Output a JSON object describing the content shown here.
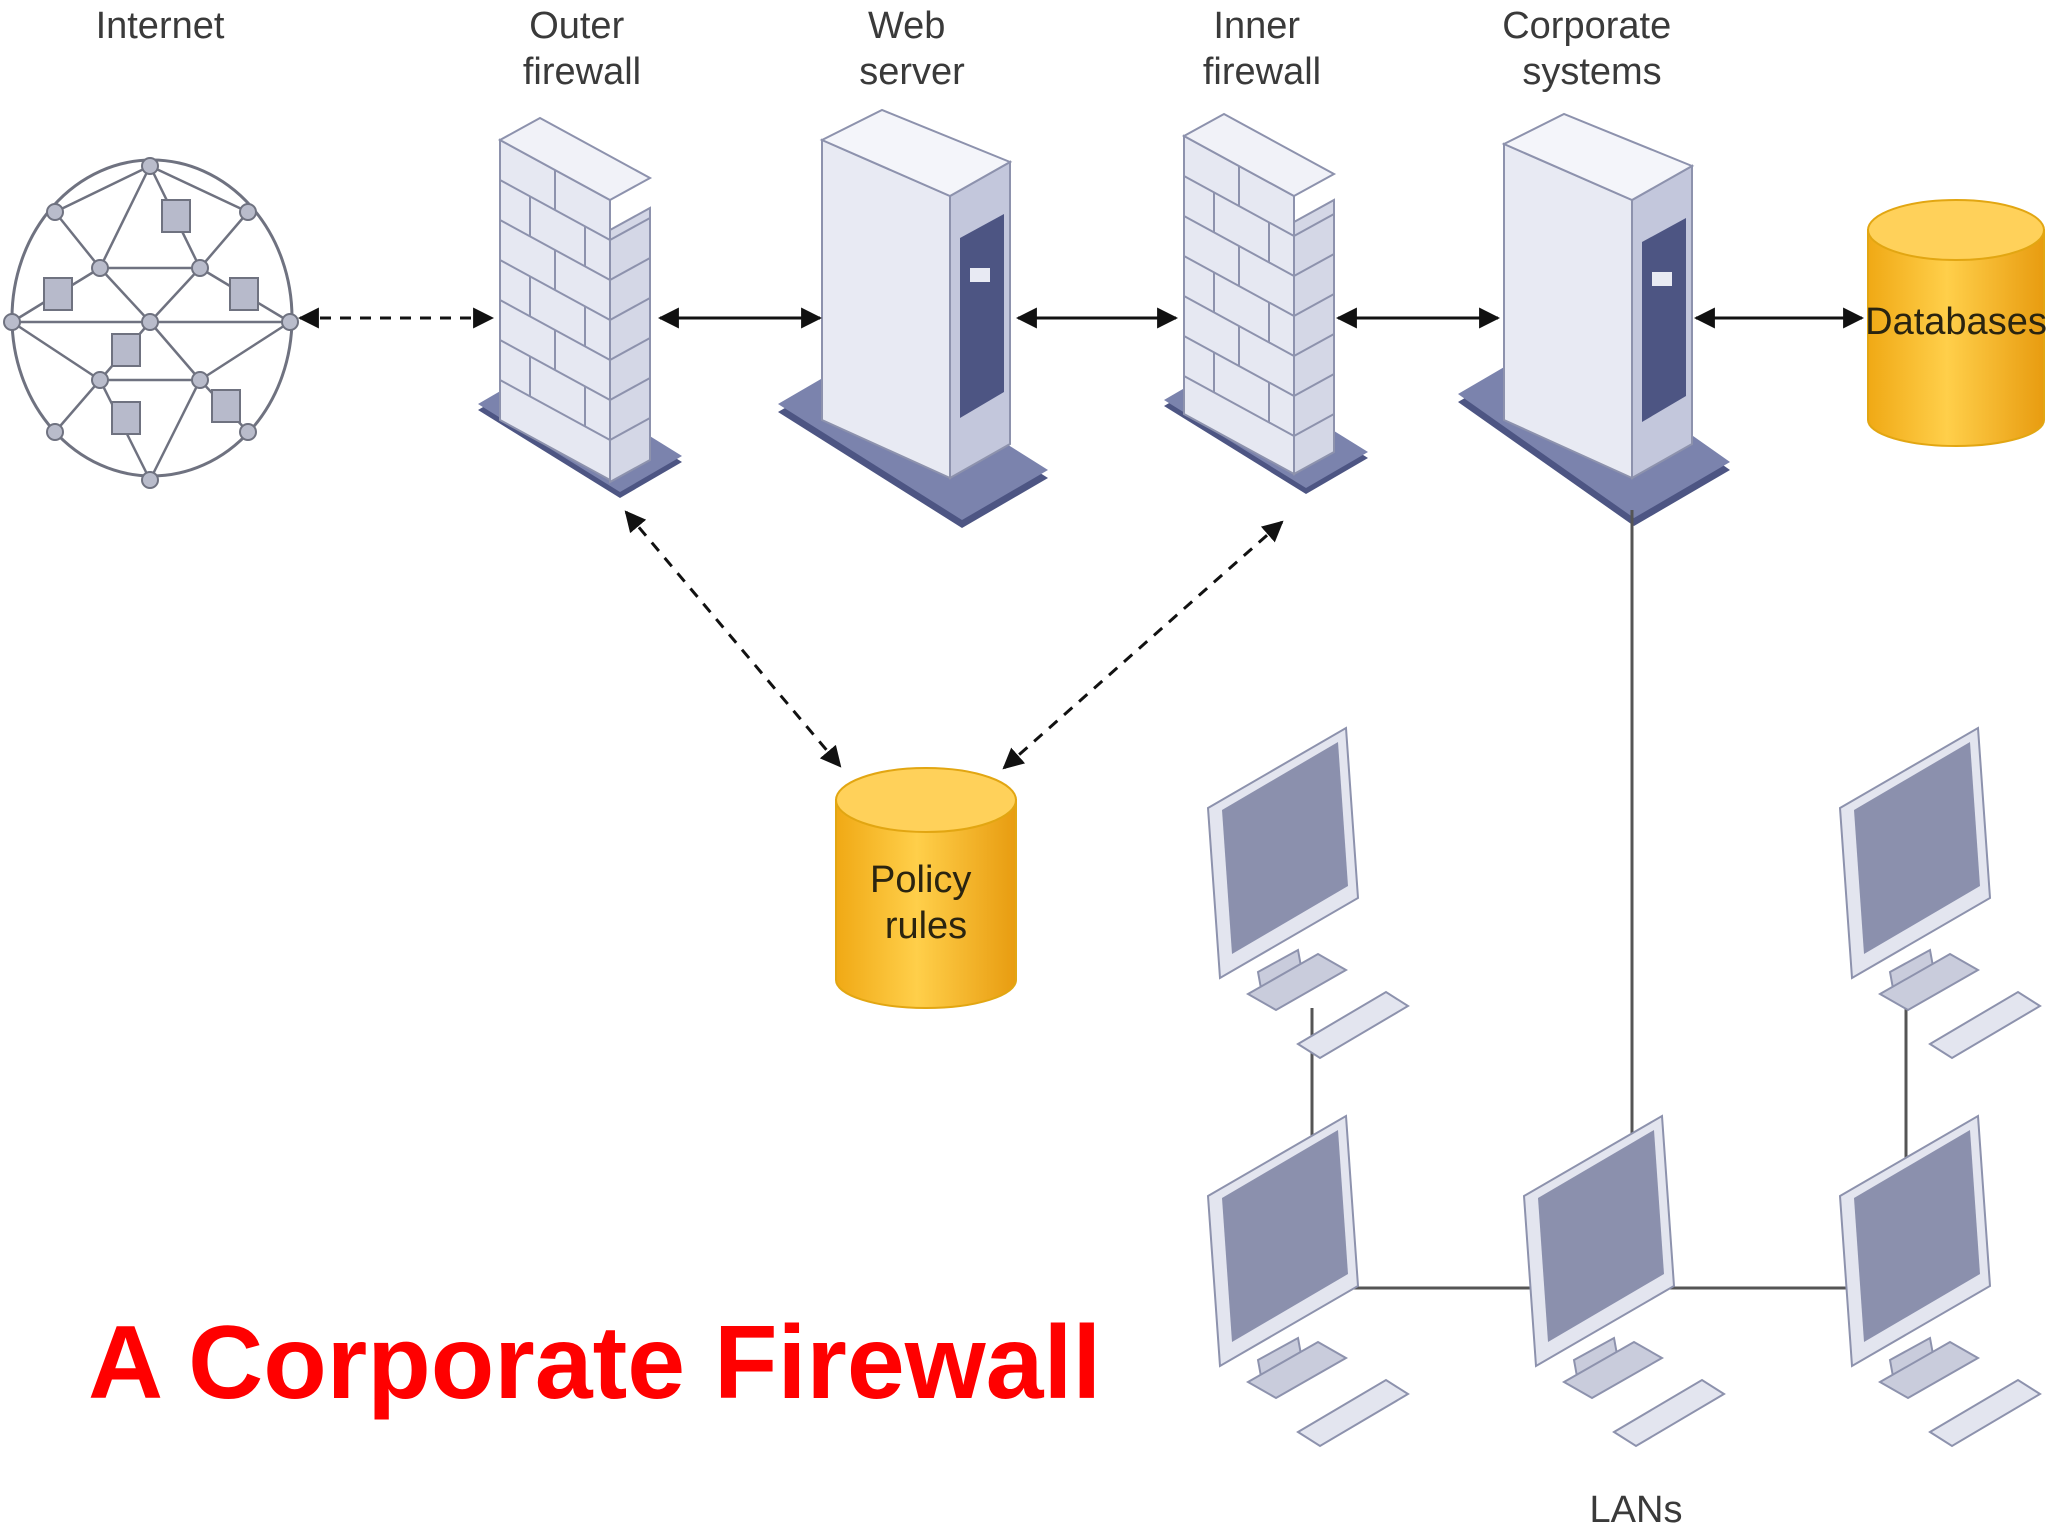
{
  "diagram": {
    "title": "A Corporate Firewall",
    "nodes": {
      "internet": "Internet",
      "outer_firewall": [
        "Outer",
        "firewall"
      ],
      "web_server": [
        "Web",
        "server"
      ],
      "inner_firewall": [
        "Inner",
        "firewall"
      ],
      "corporate_systems": [
        "Corporate",
        "systems"
      ],
      "databases": "Databases",
      "policy_rules": [
        "Policy",
        "rules"
      ],
      "lans": "LANs"
    },
    "connections": [
      {
        "from": "Internet",
        "to": "Outer firewall",
        "style": "dashed",
        "direction": "both"
      },
      {
        "from": "Outer firewall",
        "to": "Web server",
        "style": "solid",
        "direction": "both"
      },
      {
        "from": "Web server",
        "to": "Inner firewall",
        "style": "solid",
        "direction": "both"
      },
      {
        "from": "Inner firewall",
        "to": "Corporate systems",
        "style": "solid",
        "direction": "both"
      },
      {
        "from": "Corporate systems",
        "to": "Databases",
        "style": "solid",
        "direction": "both"
      },
      {
        "from": "Outer firewall",
        "to": "Policy rules",
        "style": "dashed",
        "direction": "both"
      },
      {
        "from": "Inner firewall",
        "to": "Policy rules",
        "style": "dashed",
        "direction": "both"
      },
      {
        "from": "Corporate systems",
        "to": "LANs",
        "style": "solid",
        "direction": "none"
      }
    ],
    "colors": {
      "title": "#ff0000",
      "cylinder": "#f5b621",
      "hardware_dark": "#4d5583",
      "hardware_light": "#e8eaf3"
    }
  }
}
